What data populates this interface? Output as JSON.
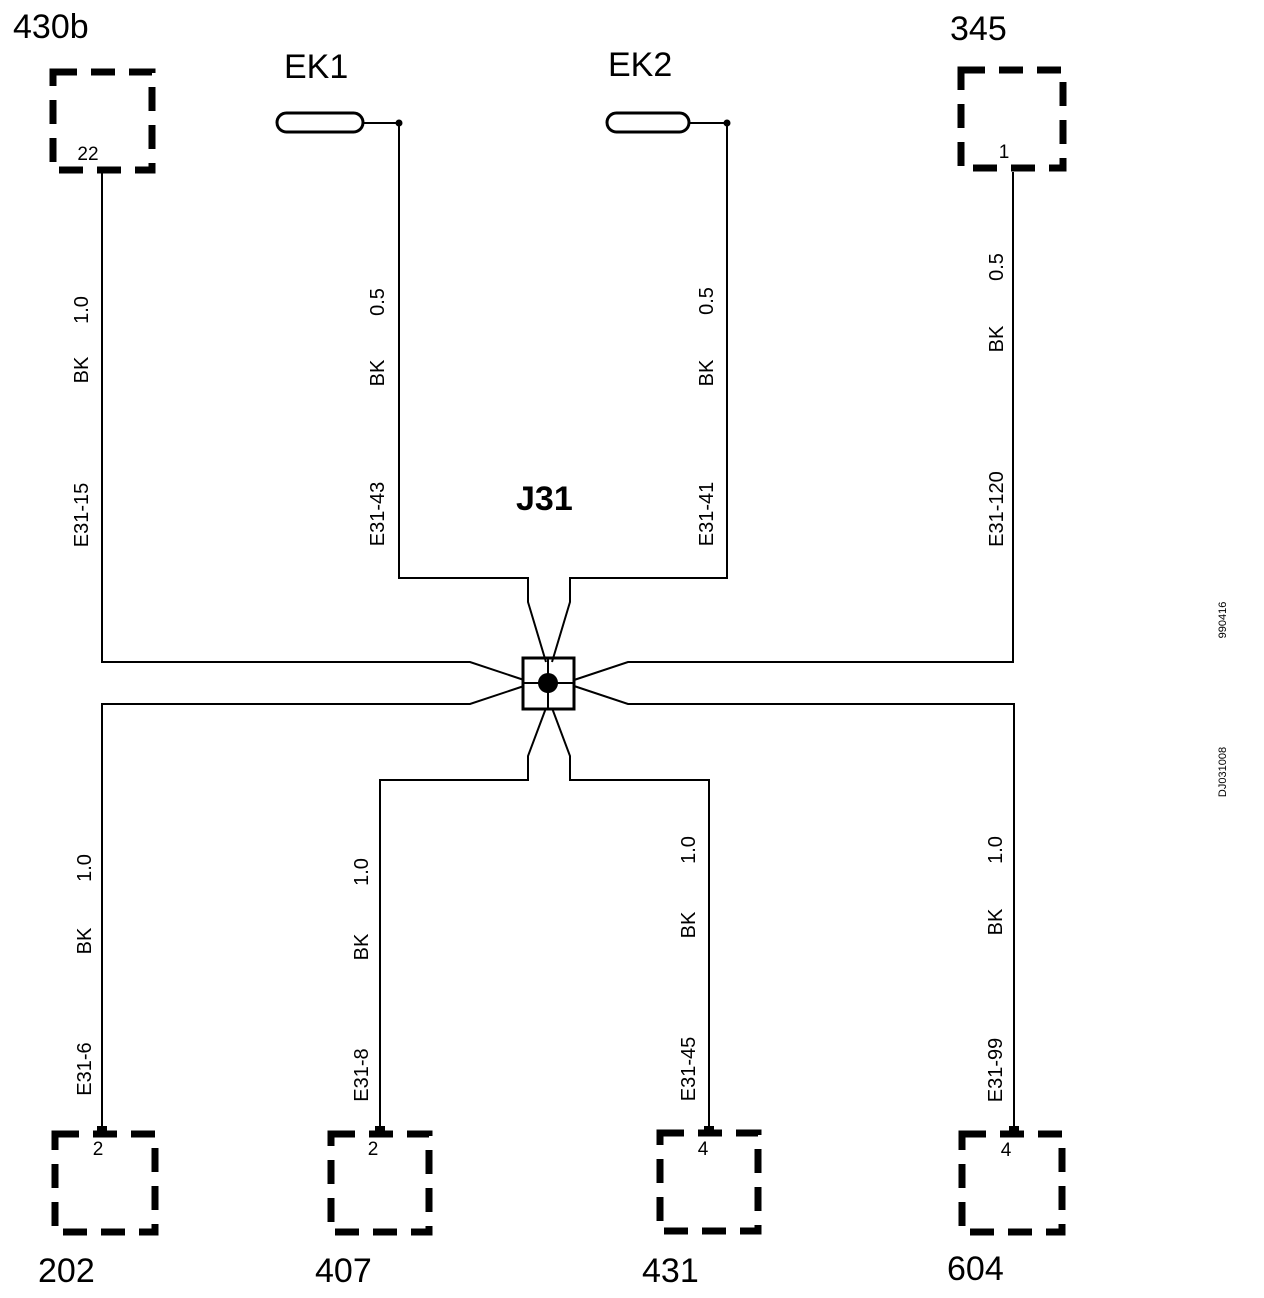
{
  "splice": {
    "label": "J31"
  },
  "ground_terminals": [
    {
      "label": "EK1"
    },
    {
      "label": "EK2"
    }
  ],
  "connectors": [
    {
      "id": "430b",
      "pin": "22"
    },
    {
      "id": "345",
      "pin": "1"
    },
    {
      "id": "202",
      "pin": "2"
    },
    {
      "id": "407",
      "pin": "2"
    },
    {
      "id": "431",
      "pin": "4"
    },
    {
      "id": "604",
      "pin": "4"
    }
  ],
  "wires": [
    {
      "size": "1.0",
      "color": "BK",
      "code": "E31-15"
    },
    {
      "size": "0.5",
      "color": "BK",
      "code": "E31-43"
    },
    {
      "size": "0.5",
      "color": "BK",
      "code": "E31-41"
    },
    {
      "size": "0.5",
      "color": "BK",
      "code": "E31-120"
    },
    {
      "size": "1.0",
      "color": "BK",
      "code": "E31-6"
    },
    {
      "size": "1.0",
      "color": "BK",
      "code": "E31-8"
    },
    {
      "size": "1.0",
      "color": "BK",
      "code": "E31-45"
    },
    {
      "size": "1.0",
      "color": "BK",
      "code": "E31-99"
    }
  ],
  "side_codes": [
    "990416",
    "DJ031008"
  ]
}
